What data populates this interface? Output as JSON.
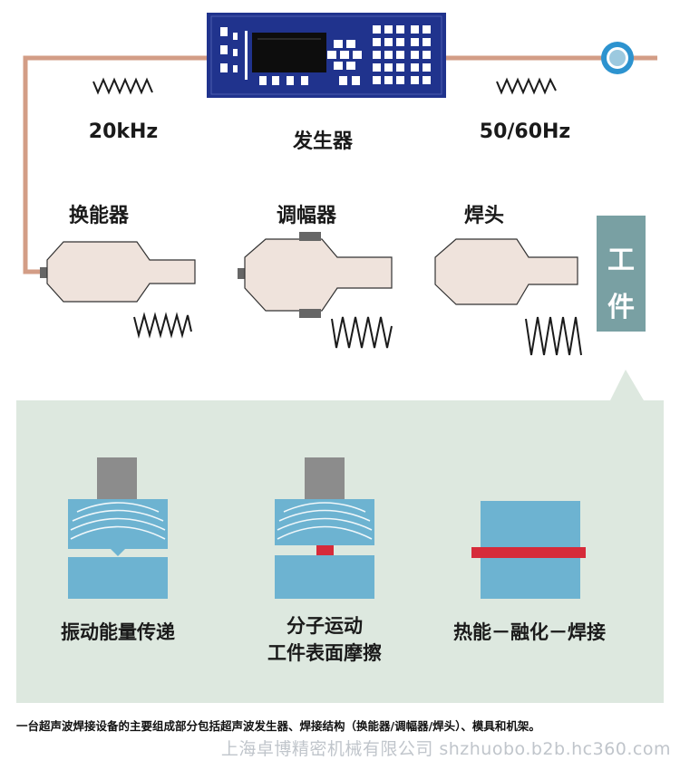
{
  "colors": {
    "cable": "#d39d86",
    "generator_bg": "#20338d",
    "device_fill": "#efe3dc",
    "panel_bg": "#dde8df",
    "workpiece": "#79a0a3",
    "plate": "#6db3d1",
    "tool": "#8c8c8c",
    "melt": "#d62b3a",
    "connector": "#2d93cf"
  },
  "top": {
    "freq_left": "20kHz",
    "generator": "发生器",
    "freq_right": "50/60Hz"
  },
  "devices": [
    {
      "label": "换能器"
    },
    {
      "label": "调幅器"
    },
    {
      "label": "焊头"
    }
  ],
  "workpiece": {
    "char1": "工",
    "char2": "件"
  },
  "panels": [
    {
      "line1": "振动能量传递",
      "line2": ""
    },
    {
      "line1": "分子运动",
      "line2": "工件表面摩擦"
    },
    {
      "line1": "热能－融化－焊接",
      "line2": ""
    }
  ],
  "caption": "一台超声波焊接设备的主要组成部分包括超声波发生器、焊接结构（换能器/调幅器/焊头）、模具和机架。",
  "watermark": "上海卓博精密机械有限公司  shzhuobo.b2b.hc360.com"
}
